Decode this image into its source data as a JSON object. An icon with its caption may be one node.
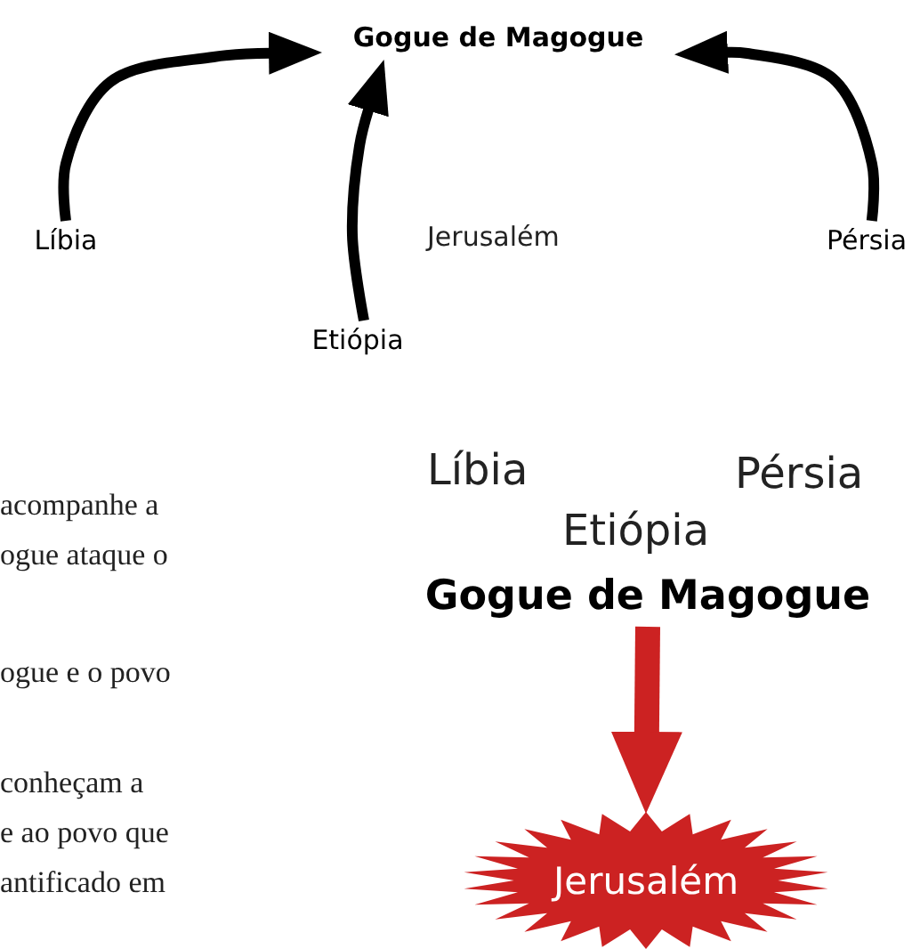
{
  "diagram": {
    "nodes": [
      {
        "text": [
          "Gogue de Magogue"
        ]
      },
      {
        "text": [
          "Líbia"
        ]
      },
      {
        "text": [
          "Etiópia"
        ]
      },
      {
        "text": [
          "Pérsia"
        ]
      },
      {
        "text": [
          "Gogue de Magogue"
        ]
      },
      {
        "text": [
          "Jerusalém"
        ]
      }
    ],
    "edges": [
      {
        "from": 1,
        "to": 0,
        "arrow": "to"
      },
      {
        "from": 2,
        "to": 0,
        "arrow": "to"
      },
      {
        "from": 3,
        "to": 0,
        "arrow": "to"
      },
      {
        "from": 4,
        "to": 5,
        "arrow": "to",
        "style": "thick",
        "color": "#cc2222"
      }
    ],
    "labels": [
      "Jerusalém",
      "Líbia",
      "Pérsia",
      "acompanhe a",
      "Etiópia",
      "ogue ataque o",
      "ogue e o povo",
      "conheçam a",
      "e ao povo que",
      "antificado em"
    ]
  }
}
